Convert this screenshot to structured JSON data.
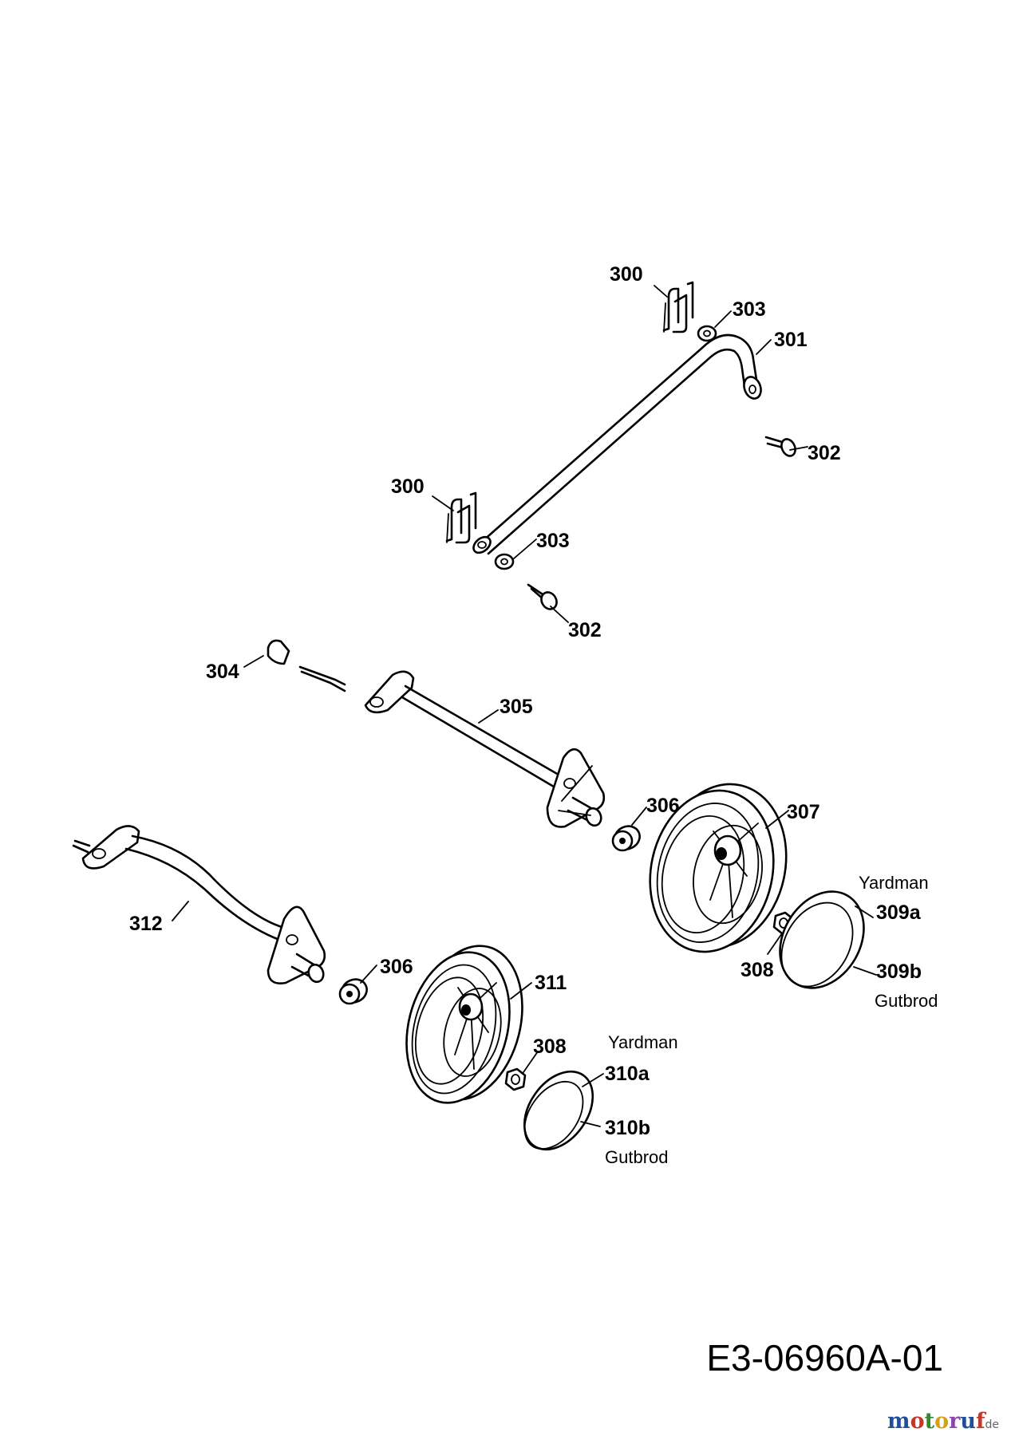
{
  "drawing_code": "E3-06960A-01",
  "watermark": {
    "text": "motoruf",
    "suffix": ".de",
    "letter_colors": [
      "#1f4e9c",
      "#c0392b",
      "#2e8b2e",
      "#d4a017",
      "#8e44ad",
      "#1f4e9c",
      "#c0392b"
    ]
  },
  "callouts": {
    "c300_top": "300",
    "c303_top": "303",
    "c301": "301",
    "c302_top": "302",
    "c300_mid": "300",
    "c303_mid": "303",
    "c302_mid": "302",
    "c304": "304",
    "c305": "305",
    "c306_upper": "306",
    "c307": "307",
    "c309a": "309a",
    "c309b": "309b",
    "c308_right": "308",
    "c312": "312",
    "c306_lower": "306",
    "c311": "311",
    "c308_lower": "308",
    "c310a": "310a",
    "c310b": "310b"
  },
  "brands": {
    "yardman_right": "Yardman",
    "gutbrod_right": "Gutbrod",
    "yardman_lower": "Yardman",
    "gutbrod_lower": "Gutbrod"
  }
}
